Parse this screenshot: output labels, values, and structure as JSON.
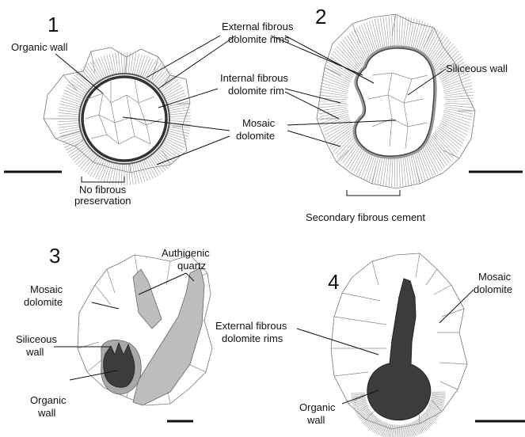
{
  "panels": [
    {
      "number": "1"
    },
    {
      "number": "2"
    },
    {
      "number": "3"
    },
    {
      "number": "4"
    }
  ],
  "labels": {
    "p1_organic_wall": "Organic wall",
    "p1_external_rims_l1": "External fibrous",
    "p1_external_rims_l2": "dolomite rims",
    "p1_internal_rim_l1": "Internal fibrous",
    "p1_internal_rim_l2": "dolomite rim",
    "p1_mosaic_l1": "Mosaic",
    "p1_mosaic_l2": "dolomite",
    "p1_no_fibrous_l1": "No fibrous",
    "p1_no_fibrous_l2": "preservation",
    "p2_siliceous_wall": "Siliceous wall",
    "p2_secondary_cement": "Secondary fibrous cement",
    "p3_authigenic_l1": "Authigenic",
    "p3_authigenic_l2": "quartz",
    "p3_mosaic_l1": "Mosaic",
    "p3_mosaic_l2": "dolomite",
    "p3_siliceous_l1": "Siliceous",
    "p3_siliceous_l2": "wall",
    "p3_organic_l1": "Organic",
    "p3_organic_l2": "wall",
    "p4_mosaic_l1": "Mosaic",
    "p4_mosaic_l2": "dolomite",
    "p4_external_l1": "External fibrous",
    "p4_external_l2": "dolomite rims",
    "p4_organic_l1": "Organic",
    "p4_organic_l2": "wall"
  },
  "colors": {
    "organic": "#3c3c3c",
    "siliceous": "#b4b4b4",
    "quartz": "#bcbcbc",
    "fibrous": "#999999"
  }
}
